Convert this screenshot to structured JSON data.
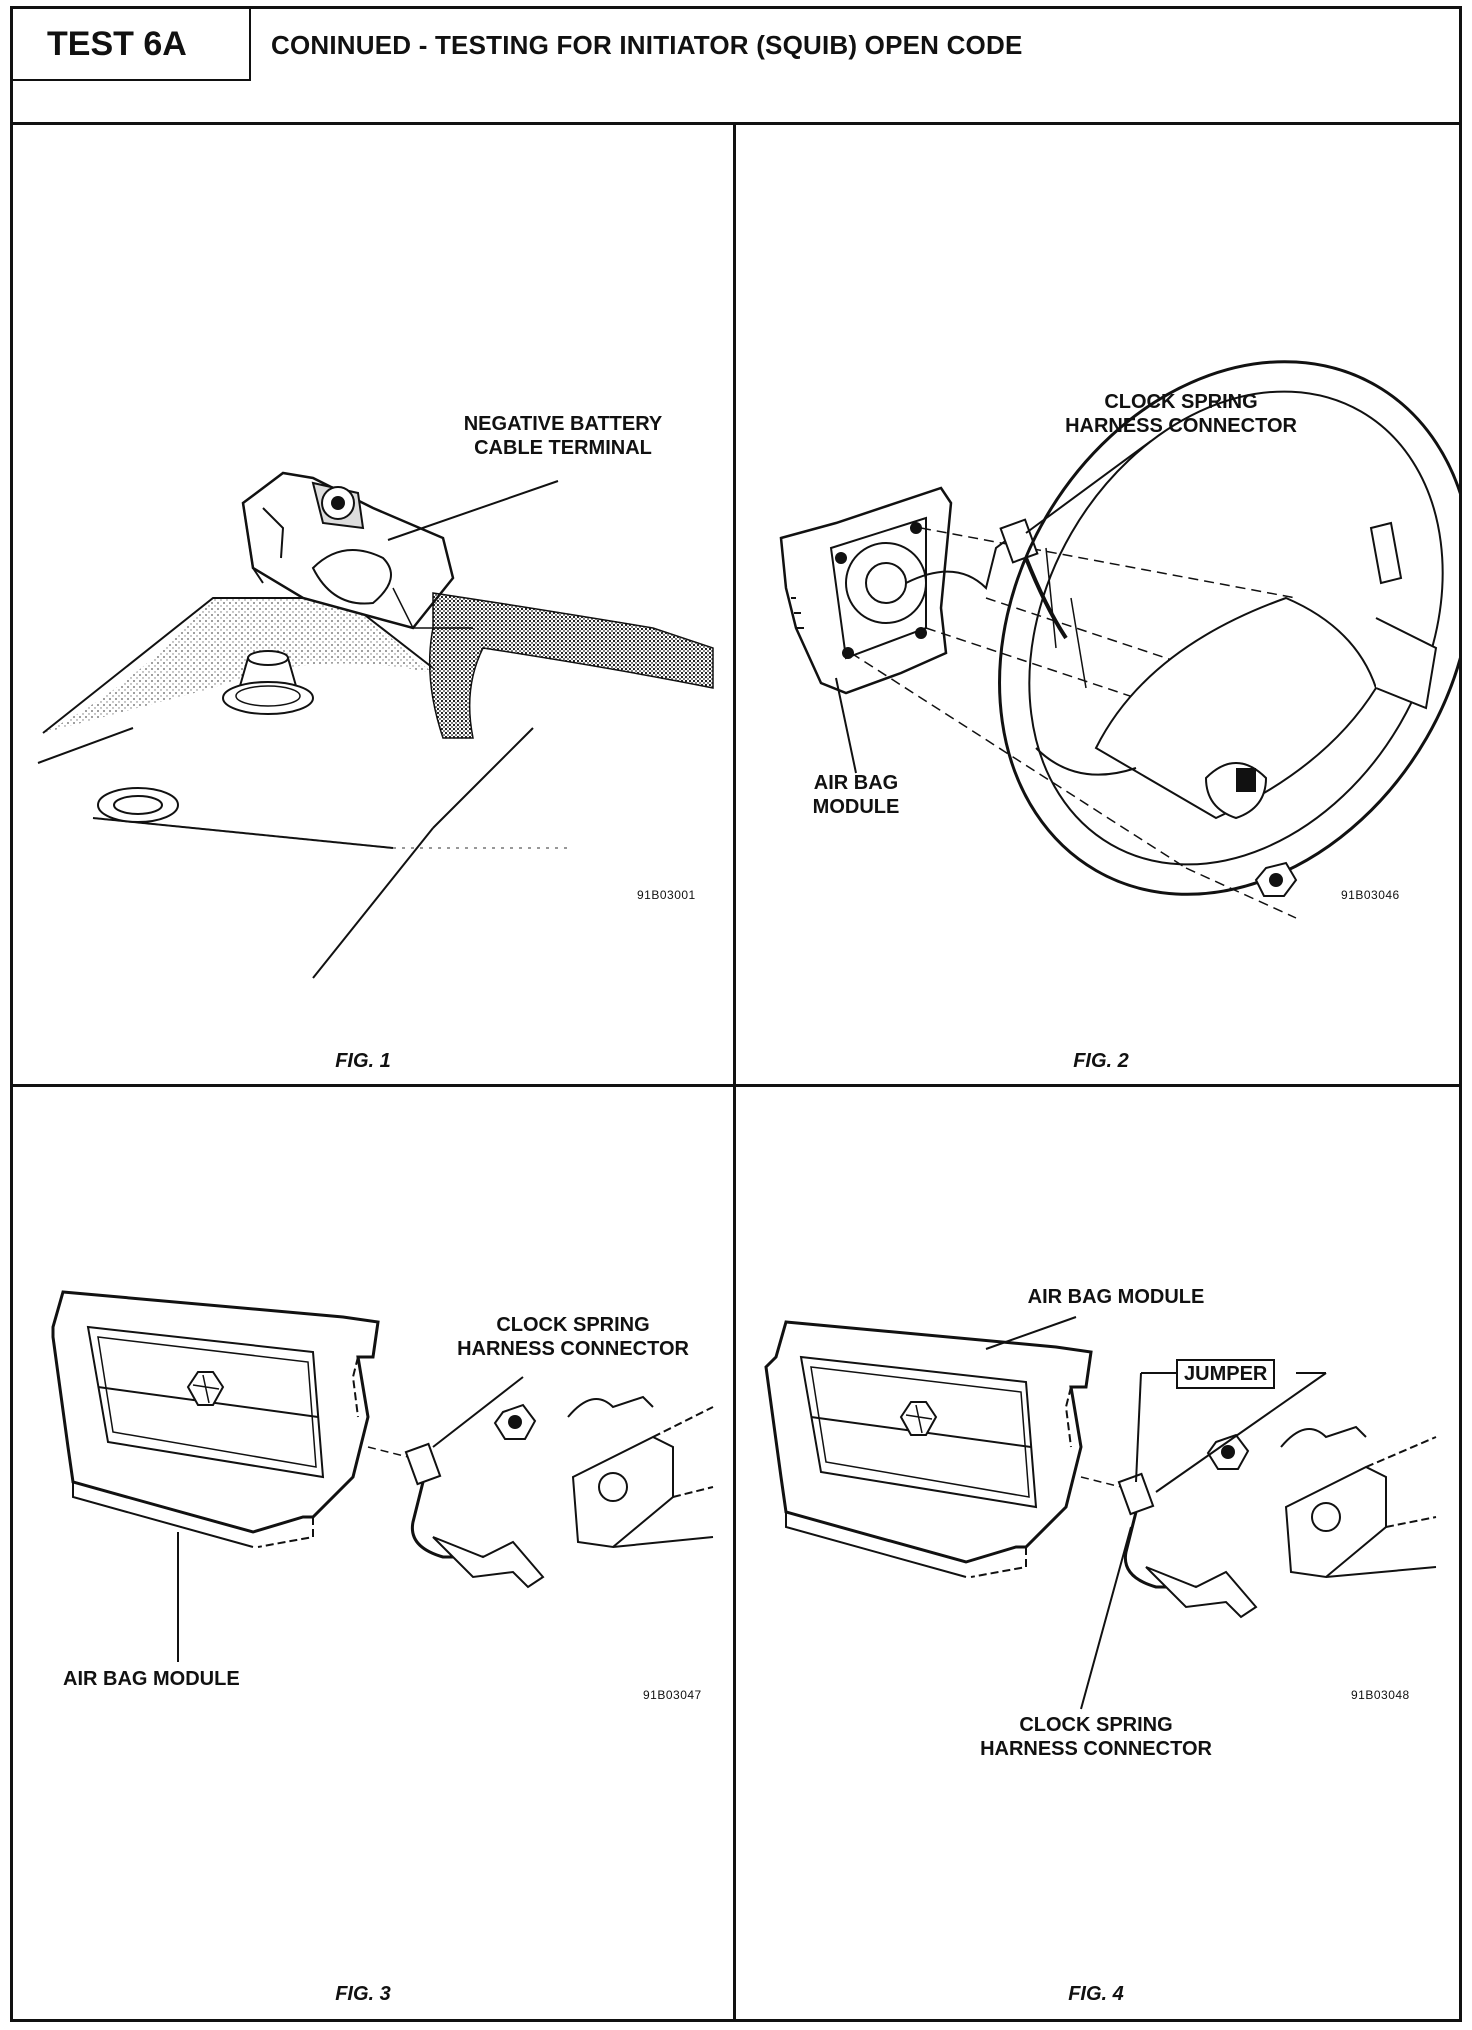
{
  "header": {
    "test_id": "TEST 6A",
    "title": "CONINUED - TESTING FOR INITIATOR (SQUIB) OPEN CODE"
  },
  "figures": [
    {
      "caption": "FIG. 1",
      "code": "91B03001",
      "labels": {
        "battery_terminal_l1": "NEGATIVE BATTERY",
        "battery_terminal_l2": "CABLE TERMINAL"
      }
    },
    {
      "caption": "FIG. 2",
      "code": "91B03046",
      "labels": {
        "clock_spring_l1": "CLOCK SPRING",
        "clock_spring_l2": "HARNESS CONNECTOR",
        "air_bag_l1": "AIR BAG",
        "air_bag_l2": "MODULE"
      }
    },
    {
      "caption": "FIG. 3",
      "code": "91B03047",
      "labels": {
        "clock_spring_l1": "CLOCK SPRING",
        "clock_spring_l2": "HARNESS CONNECTOR",
        "air_bag": "AIR BAG MODULE"
      }
    },
    {
      "caption": "FIG. 4",
      "code": "91B03048",
      "labels": {
        "air_bag": "AIR BAG MODULE",
        "jumper": "JUMPER",
        "clock_spring_l1": "CLOCK SPRING",
        "clock_spring_l2": "HARNESS CONNECTOR"
      }
    }
  ]
}
